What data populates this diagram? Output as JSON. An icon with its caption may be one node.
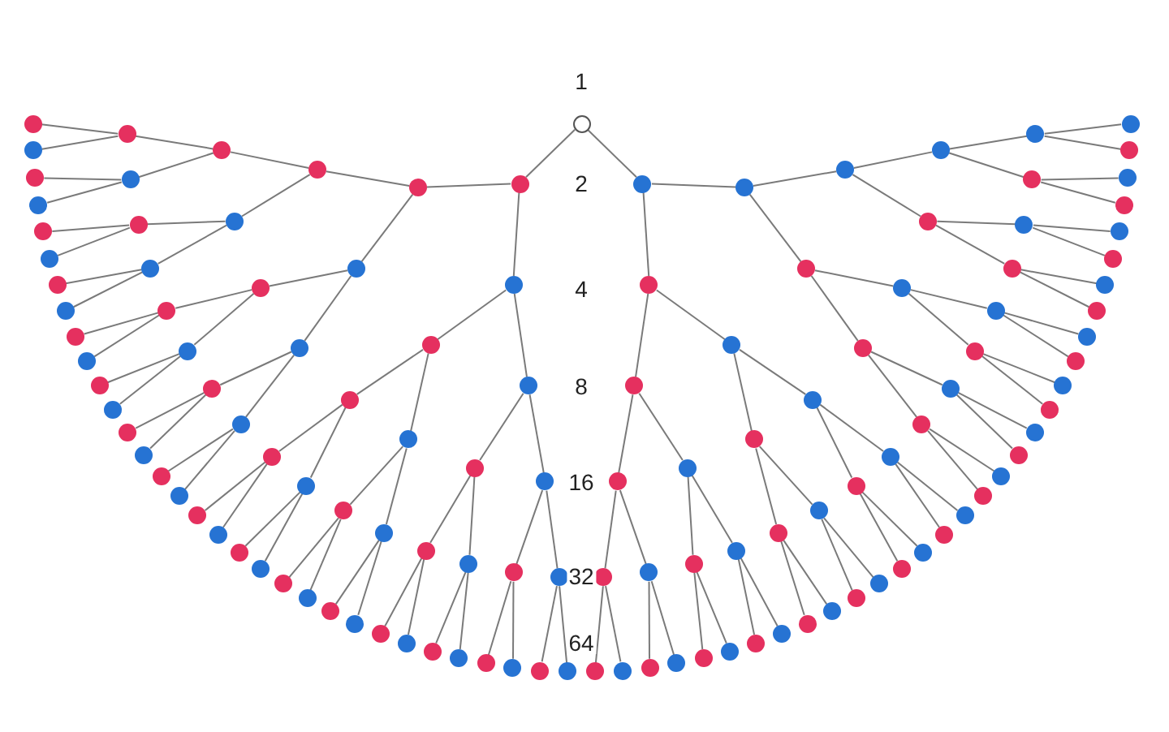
{
  "diagram": {
    "nodes": [
      {
        "text": [],
        "shape": "circle"
      },
      {
        "text": [],
        "shape": "circle"
      },
      {
        "text": [],
        "shape": "circle"
      },
      {
        "text": [],
        "shape": "circle"
      },
      {
        "text": [],
        "shape": "circle"
      },
      {
        "text": [],
        "shape": "circle"
      },
      {
        "text": [],
        "shape": "circle"
      },
      {
        "text": [],
        "shape": "circle"
      },
      {
        "text": [],
        "shape": "circle"
      },
      {
        "text": [],
        "shape": "circle"
      },
      {
        "text": [],
        "shape": "circle"
      },
      {
        "text": [],
        "shape": "circle"
      },
      {
        "text": [],
        "shape": "circle"
      },
      {
        "text": [],
        "shape": "circle"
      },
      {
        "text": [],
        "shape": "circle"
      },
      {
        "text": [],
        "shape": "circle"
      },
      {
        "text": [],
        "shape": "circle"
      },
      {
        "text": [],
        "shape": "circle"
      },
      {
        "text": [],
        "shape": "circle"
      },
      {
        "text": [],
        "shape": "circle"
      },
      {
        "text": [],
        "shape": "circle"
      },
      {
        "text": [],
        "shape": "circle"
      },
      {
        "text": [],
        "shape": "circle"
      },
      {
        "text": [],
        "shape": "circle"
      },
      {
        "text": [],
        "shape": "circle"
      },
      {
        "text": [],
        "shape": "circle"
      },
      {
        "text": [],
        "shape": "circle"
      },
      {
        "text": [],
        "shape": "circle"
      },
      {
        "text": [],
        "shape": "circle"
      },
      {
        "text": [],
        "shape": "circle"
      },
      {
        "text": [],
        "shape": "circle"
      },
      {
        "text": [],
        "shape": "circle"
      },
      {
        "text": [],
        "shape": "circle"
      },
      {
        "text": [],
        "shape": "circle"
      },
      {
        "text": [],
        "shape": "circle"
      },
      {
        "text": [],
        "shape": "circle"
      },
      {
        "text": [],
        "shape": "circle"
      },
      {
        "text": [],
        "shape": "circle"
      },
      {
        "text": [],
        "shape": "circle"
      },
      {
        "text": [],
        "shape": "circle"
      },
      {
        "text": [],
        "shape": "circle"
      },
      {
        "text": [],
        "shape": "circle"
      },
      {
        "text": [],
        "shape": "circle"
      },
      {
        "text": [],
        "shape": "circle"
      },
      {
        "text": [],
        "shape": "circle"
      },
      {
        "text": [],
        "shape": "circle"
      },
      {
        "text": [],
        "shape": "circle"
      },
      {
        "text": [],
        "shape": "circle"
      },
      {
        "text": [],
        "shape": "circle"
      },
      {
        "text": [],
        "shape": "circle"
      },
      {
        "text": [],
        "shape": "circle"
      },
      {
        "text": [],
        "shape": "circle"
      },
      {
        "text": [],
        "shape": "circle"
      },
      {
        "text": [],
        "shape": "circle"
      },
      {
        "text": [],
        "shape": "circle"
      },
      {
        "text": [],
        "shape": "circle"
      },
      {
        "text": [],
        "shape": "circle"
      },
      {
        "text": [],
        "shape": "circle"
      },
      {
        "text": [],
        "shape": "circle"
      },
      {
        "text": [],
        "shape": "circle"
      },
      {
        "text": [],
        "shape": "circle"
      },
      {
        "text": [],
        "shape": "circle"
      },
      {
        "text": [],
        "shape": "circle"
      },
      {
        "text": [],
        "shape": "circle"
      },
      {
        "text": [],
        "shape": "circle"
      },
      {
        "text": [],
        "shape": "circle"
      },
      {
        "text": [],
        "shape": "circle"
      },
      {
        "text": [],
        "shape": "circle"
      },
      {
        "text": [],
        "shape": "circle"
      },
      {
        "text": [],
        "shape": "circle"
      },
      {
        "text": [],
        "shape": "circle"
      },
      {
        "text": [],
        "shape": "circle"
      },
      {
        "text": [],
        "shape": "circle"
      },
      {
        "text": [],
        "shape": "circle"
      },
      {
        "text": [],
        "shape": "circle"
      },
      {
        "text": [],
        "shape": "circle"
      },
      {
        "text": [],
        "shape": "circle"
      },
      {
        "text": [],
        "shape": "circle"
      },
      {
        "text": [],
        "shape": "circle"
      },
      {
        "text": [],
        "shape": "circle"
      },
      {
        "text": [],
        "shape": "circle"
      },
      {
        "text": [],
        "shape": "circle"
      },
      {
        "text": [],
        "shape": "circle"
      },
      {
        "text": [],
        "shape": "circle"
      },
      {
        "text": [],
        "shape": "circle"
      },
      {
        "text": [],
        "shape": "circle"
      },
      {
        "text": [],
        "shape": "circle"
      },
      {
        "text": [],
        "shape": "circle"
      },
      {
        "text": [],
        "shape": "circle"
      },
      {
        "text": [],
        "shape": "circle"
      },
      {
        "text": [],
        "shape": "circle"
      },
      {
        "text": [],
        "shape": "circle"
      },
      {
        "text": [],
        "shape": "circle"
      },
      {
        "text": [],
        "shape": "circle"
      },
      {
        "text": [],
        "shape": "circle"
      },
      {
        "text": [],
        "shape": "circle"
      },
      {
        "text": [],
        "shape": "circle"
      },
      {
        "text": [],
        "shape": "circle"
      },
      {
        "text": [],
        "shape": "circle"
      },
      {
        "text": [],
        "shape": "circle"
      },
      {
        "text": [],
        "shape": "circle"
      },
      {
        "text": [],
        "shape": "circle"
      },
      {
        "text": [],
        "shape": "circle"
      },
      {
        "text": [],
        "shape": "circle"
      },
      {
        "text": [],
        "shape": "circle"
      },
      {
        "text": [],
        "shape": "circle"
      },
      {
        "text": [],
        "shape": "circle"
      },
      {
        "text": [],
        "shape": "circle"
      },
      {
        "text": [],
        "shape": "circle"
      },
      {
        "text": [],
        "shape": "circle"
      },
      {
        "text": [],
        "shape": "circle"
      },
      {
        "text": [],
        "shape": "circle"
      },
      {
        "text": [],
        "shape": "circle"
      },
      {
        "text": [],
        "shape": "circle"
      },
      {
        "text": [],
        "shape": "circle"
      },
      {
        "text": [],
        "shape": "circle"
      },
      {
        "text": [],
        "shape": "circle"
      },
      {
        "text": [],
        "shape": "circle"
      },
      {
        "text": [],
        "shape": "circle"
      },
      {
        "text": [],
        "shape": "circle"
      },
      {
        "text": [],
        "shape": "circle"
      },
      {
        "text": [],
        "shape": "circle"
      },
      {
        "text": [],
        "shape": "circle"
      },
      {
        "text": [],
        "shape": "circle"
      },
      {
        "text": [],
        "shape": "circle"
      },
      {
        "text": [],
        "shape": "circle"
      },
      {
        "text": [],
        "shape": "circle"
      }
    ],
    "edges": [
      {
        "from": 0,
        "to": 1,
        "arrow": "none"
      },
      {
        "from": 0,
        "to": 2,
        "arrow": "none"
      },
      {
        "from": 1,
        "to": 3,
        "arrow": "none"
      },
      {
        "from": 1,
        "to": 4,
        "arrow": "none"
      },
      {
        "from": 2,
        "to": 5,
        "arrow": "none"
      },
      {
        "from": 2,
        "to": 6,
        "arrow": "none"
      },
      {
        "from": 3,
        "to": 7,
        "arrow": "none"
      },
      {
        "from": 3,
        "to": 8,
        "arrow": "none"
      },
      {
        "from": 4,
        "to": 9,
        "arrow": "none"
      },
      {
        "from": 4,
        "to": 10,
        "arrow": "none"
      },
      {
        "from": 5,
        "to": 11,
        "arrow": "none"
      },
      {
        "from": 5,
        "to": 12,
        "arrow": "none"
      },
      {
        "from": 6,
        "to": 13,
        "arrow": "none"
      },
      {
        "from": 6,
        "to": 14,
        "arrow": "none"
      },
      {
        "from": 7,
        "to": 15,
        "arrow": "none"
      },
      {
        "from": 7,
        "to": 16,
        "arrow": "none"
      },
      {
        "from": 8,
        "to": 17,
        "arrow": "none"
      },
      {
        "from": 8,
        "to": 18,
        "arrow": "none"
      },
      {
        "from": 9,
        "to": 19,
        "arrow": "none"
      },
      {
        "from": 9,
        "to": 20,
        "arrow": "none"
      },
      {
        "from": 10,
        "to": 21,
        "arrow": "none"
      },
      {
        "from": 10,
        "to": 22,
        "arrow": "none"
      },
      {
        "from": 11,
        "to": 23,
        "arrow": "none"
      },
      {
        "from": 11,
        "to": 24,
        "arrow": "none"
      },
      {
        "from": 12,
        "to": 25,
        "arrow": "none"
      },
      {
        "from": 12,
        "to": 26,
        "arrow": "none"
      },
      {
        "from": 13,
        "to": 27,
        "arrow": "none"
      },
      {
        "from": 13,
        "to": 28,
        "arrow": "none"
      },
      {
        "from": 14,
        "to": 29,
        "arrow": "none"
      },
      {
        "from": 14,
        "to": 30,
        "arrow": "none"
      },
      {
        "from": 15,
        "to": 31,
        "arrow": "none"
      },
      {
        "from": 15,
        "to": 32,
        "arrow": "none"
      },
      {
        "from": 16,
        "to": 33,
        "arrow": "none"
      },
      {
        "from": 16,
        "to": 34,
        "arrow": "none"
      },
      {
        "from": 17,
        "to": 35,
        "arrow": "none"
      },
      {
        "from": 17,
        "to": 36,
        "arrow": "none"
      },
      {
        "from": 18,
        "to": 37,
        "arrow": "none"
      },
      {
        "from": 18,
        "to": 38,
        "arrow": "none"
      },
      {
        "from": 19,
        "to": 39,
        "arrow": "none"
      },
      {
        "from": 19,
        "to": 40,
        "arrow": "none"
      },
      {
        "from": 20,
        "to": 41,
        "arrow": "none"
      },
      {
        "from": 20,
        "to": 42,
        "arrow": "none"
      },
      {
        "from": 21,
        "to": 43,
        "arrow": "none"
      },
      {
        "from": 21,
        "to": 44,
        "arrow": "none"
      },
      {
        "from": 22,
        "to": 45,
        "arrow": "none"
      },
      {
        "from": 22,
        "to": 46,
        "arrow": "none"
      },
      {
        "from": 23,
        "to": 47,
        "arrow": "none"
      },
      {
        "from": 23,
        "to": 48,
        "arrow": "none"
      },
      {
        "from": 24,
        "to": 49,
        "arrow": "none"
      },
      {
        "from": 24,
        "to": 50,
        "arrow": "none"
      },
      {
        "from": 25,
        "to": 51,
        "arrow": "none"
      },
      {
        "from": 25,
        "to": 52,
        "arrow": "none"
      },
      {
        "from": 26,
        "to": 53,
        "arrow": "none"
      },
      {
        "from": 26,
        "to": 54,
        "arrow": "none"
      },
      {
        "from": 27,
        "to": 55,
        "arrow": "none"
      },
      {
        "from": 27,
        "to": 56,
        "arrow": "none"
      },
      {
        "from": 28,
        "to": 57,
        "arrow": "none"
      },
      {
        "from": 28,
        "to": 58,
        "arrow": "none"
      },
      {
        "from": 29,
        "to": 59,
        "arrow": "none"
      },
      {
        "from": 29,
        "to": 60,
        "arrow": "none"
      },
      {
        "from": 30,
        "to": 61,
        "arrow": "none"
      },
      {
        "from": 30,
        "to": 62,
        "arrow": "none"
      },
      {
        "from": 31,
        "to": 63,
        "arrow": "none"
      },
      {
        "from": 31,
        "to": 64,
        "arrow": "none"
      },
      {
        "from": 32,
        "to": 65,
        "arrow": "none"
      },
      {
        "from": 32,
        "to": 66,
        "arrow": "none"
      },
      {
        "from": 33,
        "to": 67,
        "arrow": "none"
      },
      {
        "from": 33,
        "to": 68,
        "arrow": "none"
      },
      {
        "from": 34,
        "to": 69,
        "arrow": "none"
      },
      {
        "from": 34,
        "to": 70,
        "arrow": "none"
      },
      {
        "from": 35,
        "to": 71,
        "arrow": "none"
      },
      {
        "from": 35,
        "to": 72,
        "arrow": "none"
      },
      {
        "from": 36,
        "to": 73,
        "arrow": "none"
      },
      {
        "from": 36,
        "to": 74,
        "arrow": "none"
      },
      {
        "from": 37,
        "to": 75,
        "arrow": "none"
      },
      {
        "from": 37,
        "to": 76,
        "arrow": "none"
      },
      {
        "from": 38,
        "to": 77,
        "arrow": "none"
      },
      {
        "from": 38,
        "to": 78,
        "arrow": "none"
      },
      {
        "from": 39,
        "to": 79,
        "arrow": "none"
      },
      {
        "from": 39,
        "to": 80,
        "arrow": "none"
      },
      {
        "from": 40,
        "to": 81,
        "arrow": "none"
      },
      {
        "from": 40,
        "to": 82,
        "arrow": "none"
      },
      {
        "from": 41,
        "to": 83,
        "arrow": "none"
      },
      {
        "from": 41,
        "to": 84,
        "arrow": "none"
      },
      {
        "from": 42,
        "to": 85,
        "arrow": "none"
      },
      {
        "from": 42,
        "to": 86,
        "arrow": "none"
      },
      {
        "from": 43,
        "to": 87,
        "arrow": "none"
      },
      {
        "from": 43,
        "to": 88,
        "arrow": "none"
      },
      {
        "from": 44,
        "to": 89,
        "arrow": "none"
      },
      {
        "from": 44,
        "to": 90,
        "arrow": "none"
      },
      {
        "from": 45,
        "to": 91,
        "arrow": "none"
      },
      {
        "from": 45,
        "to": 92,
        "arrow": "none"
      },
      {
        "from": 46,
        "to": 93,
        "arrow": "none"
      },
      {
        "from": 46,
        "to": 94,
        "arrow": "none"
      },
      {
        "from": 47,
        "to": 95,
        "arrow": "none"
      },
      {
        "from": 47,
        "to": 96,
        "arrow": "none"
      },
      {
        "from": 48,
        "to": 97,
        "arrow": "none"
      },
      {
        "from": 48,
        "to": 98,
        "arrow": "none"
      },
      {
        "from": 49,
        "to": 99,
        "arrow": "none"
      },
      {
        "from": 49,
        "to": 100,
        "arrow": "none"
      },
      {
        "from": 50,
        "to": 101,
        "arrow": "none"
      },
      {
        "from": 50,
        "to": 102,
        "arrow": "none"
      },
      {
        "from": 51,
        "to": 103,
        "arrow": "none"
      },
      {
        "from": 51,
        "to": 104,
        "arrow": "none"
      },
      {
        "from": 52,
        "to": 105,
        "arrow": "none"
      },
      {
        "from": 52,
        "to": 106,
        "arrow": "none"
      },
      {
        "from": 53,
        "to": 107,
        "arrow": "none"
      },
      {
        "from": 53,
        "to": 108,
        "arrow": "none"
      },
      {
        "from": 54,
        "to": 109,
        "arrow": "none"
      },
      {
        "from": 54,
        "to": 110,
        "arrow": "none"
      },
      {
        "from": 55,
        "to": 111,
        "arrow": "none"
      },
      {
        "from": 55,
        "to": 112,
        "arrow": "none"
      },
      {
        "from": 56,
        "to": 113,
        "arrow": "none"
      },
      {
        "from": 56,
        "to": 114,
        "arrow": "none"
      },
      {
        "from": 57,
        "to": 115,
        "arrow": "none"
      },
      {
        "from": 57,
        "to": 116,
        "arrow": "none"
      },
      {
        "from": 58,
        "to": 117,
        "arrow": "none"
      },
      {
        "from": 58,
        "to": 118,
        "arrow": "none"
      },
      {
        "from": 59,
        "to": 119,
        "arrow": "none"
      },
      {
        "from": 59,
        "to": 120,
        "arrow": "none"
      },
      {
        "from": 60,
        "to": 121,
        "arrow": "none"
      },
      {
        "from": 60,
        "to": 122,
        "arrow": "none"
      },
      {
        "from": 61,
        "to": 123,
        "arrow": "none"
      },
      {
        "from": 61,
        "to": 124,
        "arrow": "none"
      },
      {
        "from": 62,
        "to": 125,
        "arrow": "none"
      },
      {
        "from": 62,
        "to": 126,
        "arrow": "none"
      }
    ],
    "labels": [
      "1",
      "2",
      "4",
      "8",
      "16",
      "32",
      "64"
    ]
  }
}
